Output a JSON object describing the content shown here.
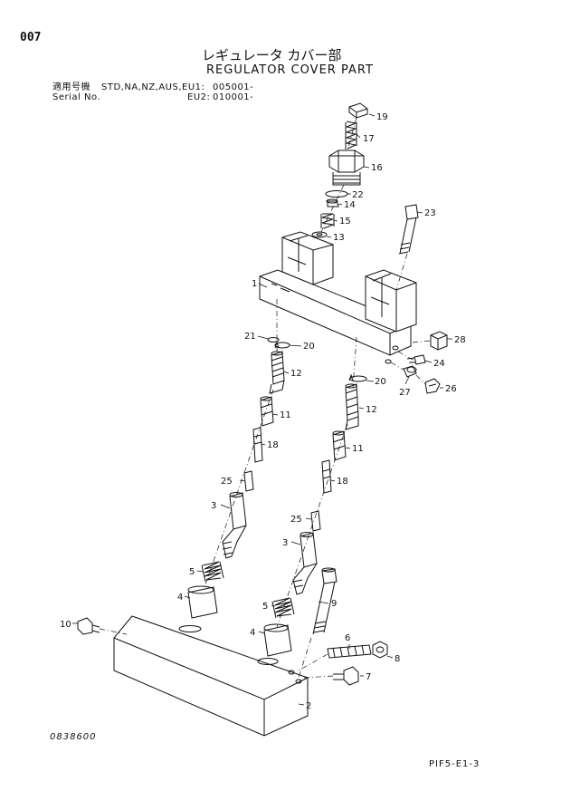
{
  "page_number": "007",
  "title_jp": "レギュレータ カバー部",
  "title_en": "REGULATOR COVER PART",
  "applicability": {
    "label_jp": "適用号機",
    "models": "STD,NA,NZ,AUS,EU1:",
    "range1": "005001-",
    "serial_label": "Serial No.",
    "eu2_label": "EU2:",
    "range2": "010001-"
  },
  "drawing_number": "0838600",
  "sheet_code": "PIF5-E1-3",
  "callouts": {
    "c1": "1",
    "c2": "2",
    "c3a": "3",
    "c3b": "3",
    "c4a": "4",
    "c4b": "4",
    "c5a": "5",
    "c5b": "5",
    "c6": "6",
    "c7": "7",
    "c8": "8",
    "c9": "9",
    "c10": "10",
    "c11a": "11",
    "c11b": "11",
    "c12a": "12",
    "c12b": "12",
    "c13": "13",
    "c14": "14",
    "c15": "15",
    "c16": "16",
    "c17": "17",
    "c18a": "18",
    "c18b": "18",
    "c19": "19",
    "c20a": "20",
    "c20b": "20",
    "c21": "21",
    "c22": "22",
    "c23": "23",
    "c24": "24",
    "c25a": "25",
    "c25b": "25",
    "c26": "26",
    "c27": "27",
    "c28": "28"
  }
}
